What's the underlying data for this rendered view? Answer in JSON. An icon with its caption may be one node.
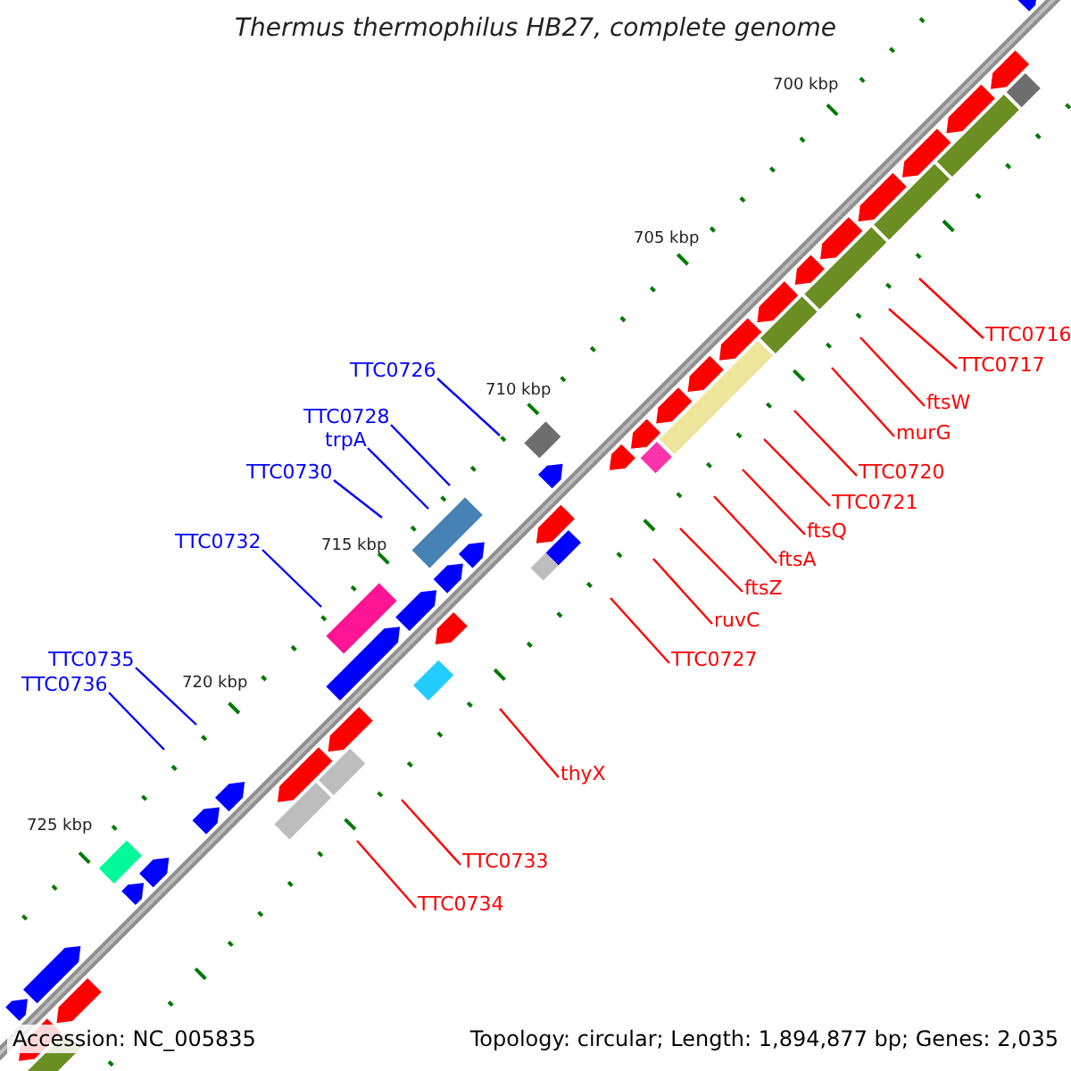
{
  "diagram": {
    "title": "Thermus thermophilus HB27, complete genome",
    "nodes": [
      {
        "text": [
          "TTC0716"
        ]
      },
      {
        "text": [
          "TTC0717"
        ]
      },
      {
        "text": [
          "TTC0726"
        ]
      },
      {
        "text": [
          "ftsW"
        ]
      },
      {
        "text": [
          "TTC0728"
        ]
      },
      {
        "text": [
          "murG"
        ]
      },
      {
        "text": [
          "trpA"
        ]
      },
      {
        "text": [
          "TTC0720"
        ]
      },
      {
        "text": [
          "TTC0730"
        ]
      },
      {
        "text": [
          "TTC0721"
        ]
      },
      {
        "text": [
          "ftsQ"
        ]
      },
      {
        "text": [
          "TTC0732"
        ]
      },
      {
        "text": [
          "ftsA"
        ]
      },
      {
        "text": [
          "ftsZ"
        ]
      },
      {
        "text": [
          "ruvC"
        ]
      },
      {
        "text": [
          "TTC0727"
        ]
      },
      {
        "text": [
          "TTC0735"
        ]
      },
      {
        "text": [
          "TTC0736"
        ]
      },
      {
        "text": [
          "thyX"
        ]
      },
      {
        "text": [
          "TTC0733"
        ]
      },
      {
        "text": [
          "TTC0734"
        ]
      }
    ],
    "edges": [
      {
        "from": 0,
        "to": null,
        "arrow": "none"
      },
      {
        "from": 1,
        "to": null,
        "arrow": "none"
      },
      {
        "from": 2,
        "to": null,
        "arrow": "none",
        "color": "#0000ff"
      },
      {
        "from": 3,
        "to": null,
        "arrow": "none"
      },
      {
        "from": 4,
        "to": null,
        "arrow": "none",
        "color": "#0000ff"
      },
      {
        "from": 5,
        "to": null,
        "arrow": "none"
      },
      {
        "from": 6,
        "to": null,
        "arrow": "none",
        "color": "#0000ff"
      },
      {
        "from": 7,
        "to": null,
        "arrow": "none"
      },
      {
        "from": 8,
        "to": null,
        "arrow": "none",
        "color": "#0000ff"
      },
      {
        "from": 9,
        "to": null,
        "arrow": "none"
      },
      {
        "from": 10,
        "to": null,
        "arrow": "none"
      },
      {
        "from": 11,
        "to": null,
        "arrow": "none",
        "color": "#0000ff"
      },
      {
        "from": 12,
        "to": null,
        "arrow": "none"
      },
      {
        "from": 13,
        "to": null,
        "arrow": "none"
      },
      {
        "from": 14,
        "to": null,
        "arrow": "none"
      },
      {
        "from": 15,
        "to": null,
        "arrow": "none"
      },
      {
        "from": 16,
        "to": null,
        "arrow": "none",
        "color": "#0000ff"
      },
      {
        "from": 17,
        "to": null,
        "arrow": "none",
        "color": "#0000ff"
      },
      {
        "from": 18,
        "to": null,
        "arrow": "none"
      },
      {
        "from": 19,
        "to": null,
        "arrow": "none"
      },
      {
        "from": 20,
        "to": null,
        "arrow": "none"
      }
    ],
    "labels": [
      "700 kbp",
      "705 kbp",
      "710 kbp",
      "715 kbp",
      "720 kbp",
      "725 kbp",
      "Accession: NC_005835",
      "Topology: circular; Length: 1,894,877 bp; Genes: 2,035"
    ]
  }
}
